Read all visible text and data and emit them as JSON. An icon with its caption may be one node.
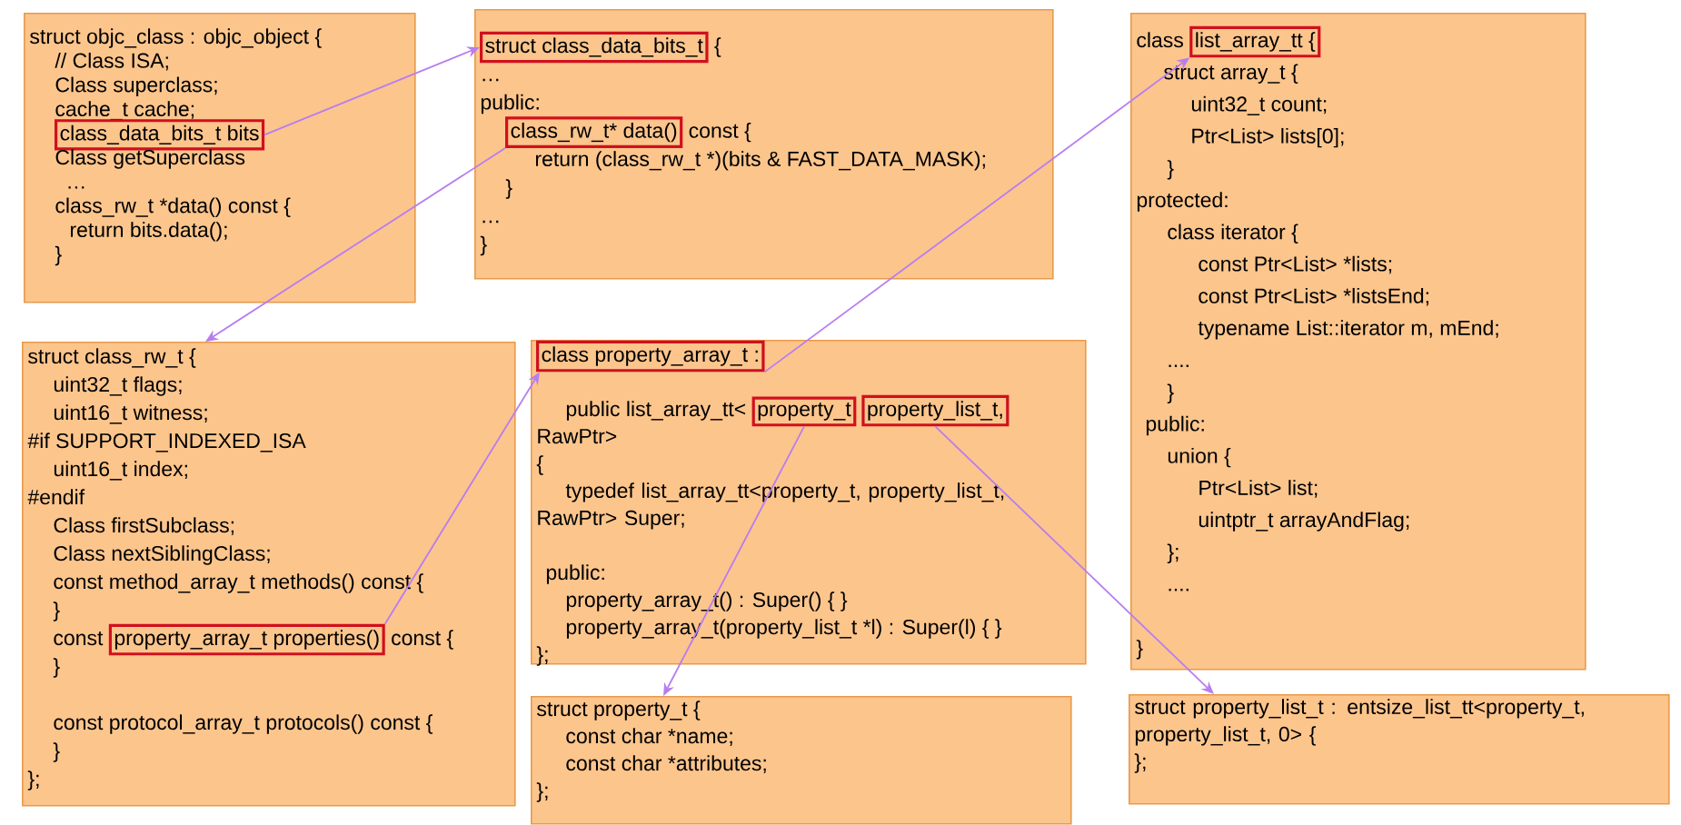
{
  "diagram": {
    "nodes": [
      {
        "text": [
          "struct objc_class : objc_object {",
          "// Class ISA;",
          "Class superclass;",
          "cache_t cache;",
          "Class getSuperclass",
          "…",
          "class_rw_t *data() const {",
          "return bits.data();",
          "}"
        ]
      },
      {
        "text": [
          "class_data_bits_t bits"
        ],
        "in": 0
      },
      {
        "text": [
          "{",
          "…",
          "public:",
          "const {",
          "return (class_rw_t *)(bits & FAST_DATA_MASK);",
          "}",
          "…",
          "}"
        ]
      },
      {
        "text": [
          "struct class_data_bits_t"
        ],
        "in": 2
      },
      {
        "text": [
          "class_rw_t* data()"
        ],
        "in": 2
      },
      {
        "text": [
          "class",
          "struct array_t {",
          "uint32_t count;",
          "Ptr<List> lists[0];",
          "}",
          "protected:",
          "class iterator {",
          "const Ptr<List> *lists;",
          "const Ptr<List> *listsEnd;",
          "typename List::iterator m, mEnd;",
          "....",
          "}",
          "public:",
          "union {",
          "Ptr<List> list;",
          "uintptr_t arrayAndFlag;",
          "};",
          "....",
          "}"
        ]
      },
      {
        "text": [
          "list_array_tt {"
        ],
        "in": 5
      },
      {
        "text": [
          "struct class_rw_t {",
          "uint32_t flags;",
          "uint16_t witness;",
          "#if SUPPORT_INDEXED_ISA",
          "uint16_t index;",
          "#endif",
          "Class firstSubclass;",
          "Class nextSiblingClass;",
          "const method_array_t methods() const {",
          "}",
          "const",
          "const {",
          "}",
          "const protocol_array_t protocols() const {",
          "}",
          "};"
        ]
      },
      {
        "text": [
          "property_array_t properties()"
        ],
        "in": 7
      },
      {
        "text": [
          "public list_array_tt<",
          "RawPtr>",
          "{",
          "typedef list_array_tt<property_t, property_list_t, RawPtr> Super;",
          "public:",
          "property_array_t() : Super() { }",
          "property_array_t(property_list_t *l) : Super(l) { }",
          "};"
        ]
      },
      {
        "text": [
          "class property_array_t :"
        ],
        "in": 9
      },
      {
        "text": [
          "property_t"
        ],
        "in": 9
      },
      {
        "text": [
          "property_list_t,"
        ],
        "in": 9
      },
      {
        "text": [
          "struct property_t {",
          "const char *name;",
          "const char *attributes;",
          "};"
        ]
      },
      {
        "text": [
          "struct property_list_t : entsize_list_tt<property_t, property_list_t, 0> {",
          "};"
        ]
      }
    ],
    "edges": [
      {
        "from": 1,
        "to": 3,
        "arrow": "to"
      },
      {
        "from": 4,
        "to": 7,
        "arrow": "to"
      },
      {
        "from": 8,
        "to": 10,
        "arrow": "to"
      },
      {
        "from": 10,
        "to": 6,
        "arrow": "to"
      },
      {
        "from": 11,
        "to": 13,
        "arrow": "to"
      },
      {
        "from": 12,
        "to": 14,
        "arrow": "to"
      }
    ]
  }
}
